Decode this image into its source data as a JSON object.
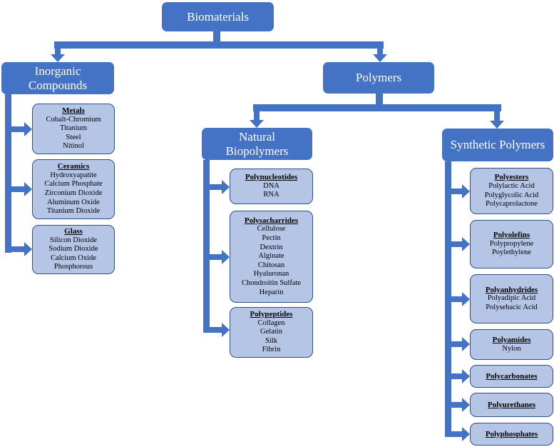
{
  "diagram": {
    "root": "Biomaterials",
    "inorganic": {
      "title_lines": [
        "Inorganic",
        "Compounds"
      ],
      "groups": [
        {
          "title": "Metals",
          "items": [
            "Cobalt-Chromium",
            "Titanium",
            "Steel",
            "Nitinol"
          ]
        },
        {
          "title": "Ceramics",
          "items": [
            "Hydroxyapatite",
            "Calcium Phosphate",
            "Zirconium Dioxide",
            "Aluminum Oxide",
            "Titanium Dioxide"
          ]
        },
        {
          "title": "Glass",
          "items": [
            "Silicon Dioxide",
            "Sodium Dioxide",
            "Calcium Oxide",
            "Phosphorous"
          ]
        }
      ]
    },
    "polymers": {
      "title": "Polymers",
      "natural": {
        "title_lines": [
          "Natural",
          "Biopolymers"
        ],
        "groups": [
          {
            "title": "Polynucleotides",
            "items": [
              "DNA",
              "RNA"
            ]
          },
          {
            "title": "Polysacharrides",
            "items": [
              "Cellulose",
              "Pectin",
              "Dextrin",
              "Alginate",
              "Chitosan",
              "Hyaluronan",
              "Chondroitin Sulfate",
              "Heparin"
            ]
          },
          {
            "title": "Polypeptides",
            "items": [
              "Collagen",
              "Gelatin",
              "Silk",
              "Fibrin"
            ]
          }
        ]
      },
      "synthetic": {
        "title": "Synthetic Polymers",
        "groups": [
          {
            "title": "Polyesters",
            "items": [
              "Polylactic Acid",
              "Polyglycolic Acid",
              "Polycaprolactone"
            ]
          },
          {
            "title": "Polyolefins",
            "items": [
              "Polypropylene",
              "Poylethylene"
            ]
          },
          {
            "title": "Polyanhydrides",
            "items": [
              "Polyadipic Acid",
              "Polysebacic Acid"
            ]
          },
          {
            "title": "Polyamides",
            "items": [
              "Nylon"
            ]
          },
          {
            "title": "Polycarbonates",
            "items": []
          },
          {
            "title": "Polyurethanes",
            "items": []
          },
          {
            "title": "Polyphosphates",
            "items": []
          }
        ]
      }
    }
  },
  "colors": {
    "header_fill": "#4472c4",
    "leaf_fill": "#b4c5e6",
    "leaf_border": "#2f4f86",
    "connector": "#4472c4"
  }
}
